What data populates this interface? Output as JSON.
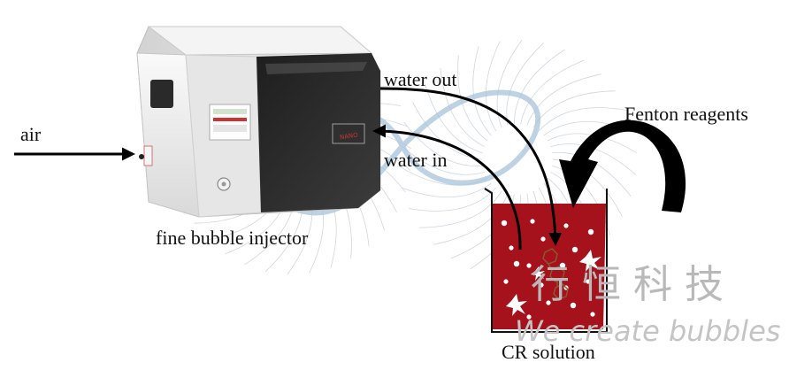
{
  "labels": {
    "air": "air",
    "water_out": "water out",
    "water_in": "water in",
    "fenton": "Fenton reagents",
    "injector": "fine bubble injector",
    "cr_solution": "CR solution"
  },
  "watermark": {
    "chinese": "行恒科技",
    "slogan": "We create bubbles"
  },
  "device_brand": "NANO",
  "colors": {
    "solution": "#a5121b",
    "watermark_logo": "#a8c3da",
    "wave_lines": "#d0d7de",
    "arrow": "#000000"
  }
}
